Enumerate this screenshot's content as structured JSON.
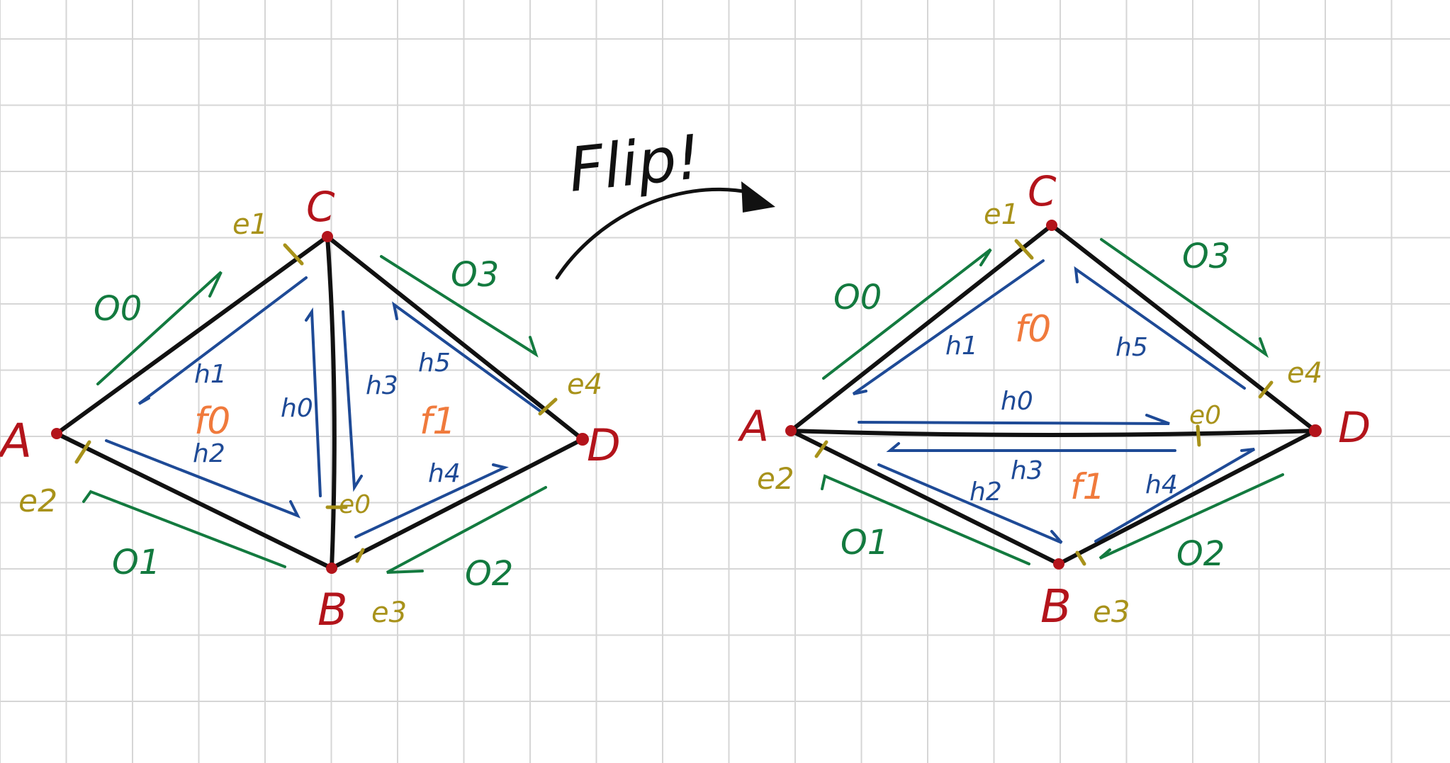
{
  "title": "Flip!",
  "colors": {
    "vertex": "#b3141b",
    "outer_halfedge": "#137a3f",
    "halfedge": "#1e4a96",
    "face": "#f07a3c",
    "edge_label": "#a8921a",
    "edge": "#111111",
    "grid": "#d6d6d6"
  },
  "before": {
    "vertices": [
      "A",
      "B",
      "C",
      "D"
    ],
    "edges": [
      "e0",
      "e1",
      "e2",
      "e3",
      "e4"
    ],
    "halfedges": [
      "h0",
      "h1",
      "h2",
      "h3",
      "h4",
      "h5"
    ],
    "outer": [
      "O0",
      "O1",
      "O2",
      "O3"
    ],
    "faces": [
      "f0",
      "f1"
    ]
  },
  "after": {
    "vertices": [
      "A",
      "B",
      "C",
      "D"
    ],
    "edges": [
      "e0",
      "e1",
      "e2",
      "e3",
      "e4"
    ],
    "halfedges": [
      "h0",
      "h1",
      "h2",
      "h3",
      "h4",
      "h5"
    ],
    "outer": [
      "O0",
      "O1",
      "O2",
      "O3"
    ],
    "faces": [
      "f0",
      "f1"
    ]
  }
}
